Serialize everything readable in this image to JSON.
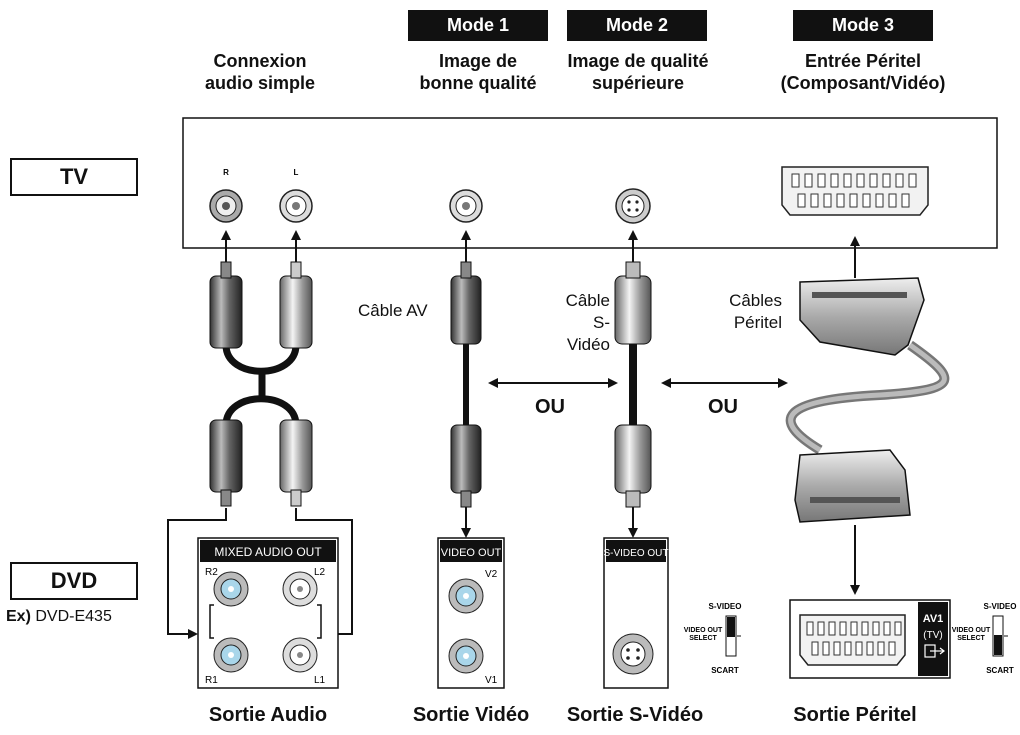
{
  "headers": {
    "audio_line1": "Connexion",
    "audio_line2": "audio simple",
    "mode1_badge": "Mode 1",
    "mode1_line1": "Image de",
    "mode1_line2": "bonne qualité",
    "mode2_badge": "Mode 2",
    "mode2_line1": "Image de qualité",
    "mode2_line2": "supérieure",
    "mode3_badge": "Mode 3",
    "mode3_line1": "Entrée Péritel",
    "mode3_line2": "(Composant/Vidéo)"
  },
  "devices": {
    "tv_label": "TV",
    "dvd_label": "DVD",
    "dvd_model_prefix": "Ex)",
    "dvd_model": "DVD-E435",
    "tv_jack_r": "R",
    "tv_jack_l": "L"
  },
  "cables": {
    "av": "Câble AV",
    "svideo_line1": "Câble",
    "svideo_line2": "S-Vidéo",
    "peritel_line1": "Câbles",
    "peritel_line2": "Péritel",
    "or_1": "OU",
    "or_2": "OU"
  },
  "panels": {
    "audio_title": "MIXED AUDIO OUT",
    "audio_r2": "R2",
    "audio_l2": "L2",
    "audio_r1": "R1",
    "audio_l1": "L1",
    "video_title": "VIDEO OUT",
    "video_v2": "V2",
    "video_v1": "V1",
    "svideo_title": "S-VIDEO OUT",
    "switch1_top": "S-VIDEO",
    "switch1_side1": "VIDEO OUT",
    "switch1_side2": "SELECT",
    "switch1_bottom": "SCART",
    "scart_av1": "AV1",
    "scart_tv": "(TV)",
    "switch2_top": "S-VIDEO",
    "switch2_side1": "VIDEO OUT",
    "switch2_side2": "SELECT",
    "switch2_bottom": "SCART"
  },
  "outputs": {
    "audio": "Sortie Audio",
    "video": "Sortie Vidéo",
    "svideo": "Sortie S-Vidéo",
    "peritel": "Sortie Péritel"
  }
}
